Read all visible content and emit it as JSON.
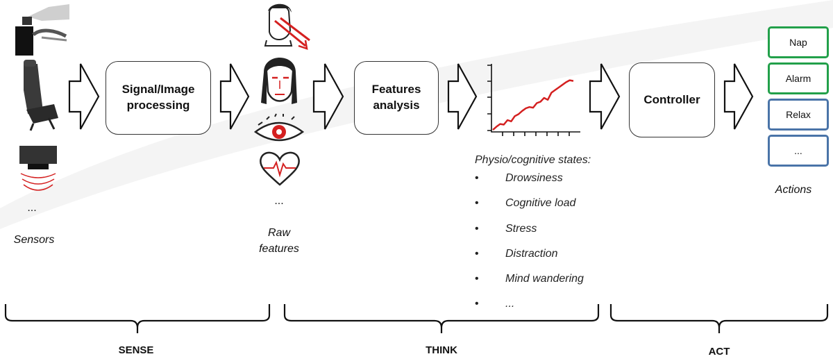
{
  "boxes": {
    "signal": "Signal/Image\nprocessing",
    "features": "Features\nanalysis",
    "controller": "Controller"
  },
  "labels": {
    "sensors_ellipsis": "...",
    "sensors": "Sensors",
    "raw_ellipsis": "...",
    "raw_features": "Raw\nfeatures",
    "actions": "Actions"
  },
  "states": {
    "title": "Physio/cognitive states:",
    "items": [
      "Drowsiness",
      "Cognitive load",
      "Stress",
      "Distraction",
      "Mind wandering",
      "..."
    ]
  },
  "actions": [
    {
      "label": "Nap",
      "color": "green"
    },
    {
      "label": "Alarm",
      "color": "green"
    },
    {
      "label": "Relax",
      "color": "blue"
    },
    {
      "label": "...",
      "color": "blue"
    }
  ],
  "stages": {
    "sense": "SENSE",
    "think": "THINK",
    "act": "ACT"
  },
  "colors": {
    "accent_red": "#d42020",
    "action_green": "#22a04a",
    "action_blue": "#4a74a8"
  },
  "chart_data": {
    "type": "line",
    "title": "",
    "xlabel": "",
    "ylabel": "",
    "x": [
      0,
      1,
      2,
      3,
      4,
      5,
      6,
      7,
      8,
      9,
      10,
      11,
      12,
      13,
      14,
      15,
      16,
      17,
      18,
      19,
      20,
      21,
      22
    ],
    "values": [
      1,
      6,
      10,
      9,
      16,
      14,
      22,
      25,
      30,
      34,
      36,
      35,
      42,
      44,
      50,
      47,
      58,
      62,
      66,
      70,
      74,
      77,
      76
    ],
    "ylim": [
      0,
      100
    ],
    "grid": false
  }
}
